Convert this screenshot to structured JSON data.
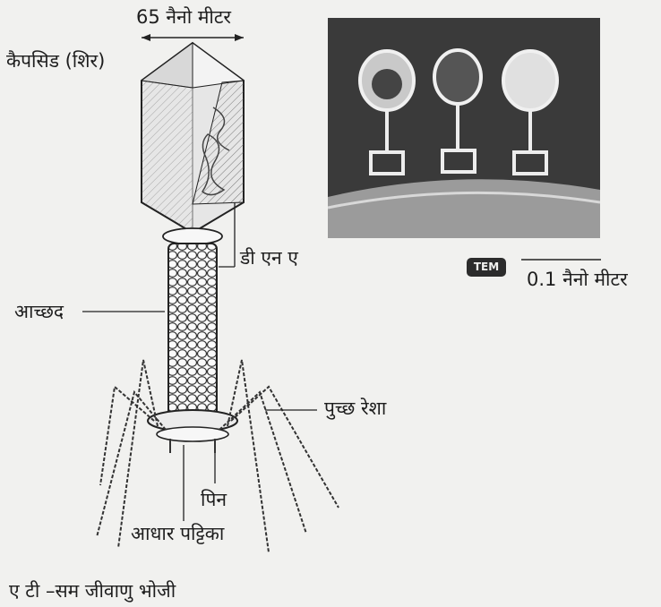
{
  "labels": {
    "width": "65 नैनो मीटर",
    "capsid": "कैपसिड (शिर)",
    "dna": "डी एन ए",
    "sheath": "आच्छद",
    "tail_fibres": "पुच्छ रेशा",
    "pin": "पिन",
    "base_plate": "आधार पट्टिका",
    "tem_badge": "TEM",
    "scale": "0.1 नैनो मीटर"
  },
  "caption": "ए टी –सम जीवाणु भोजी",
  "icons": [
    "arrow-icon"
  ],
  "colors": {
    "ink": "#1e1e1e",
    "paper": "#f1f1ef",
    "photo_bg": "#3a3a3a"
  }
}
